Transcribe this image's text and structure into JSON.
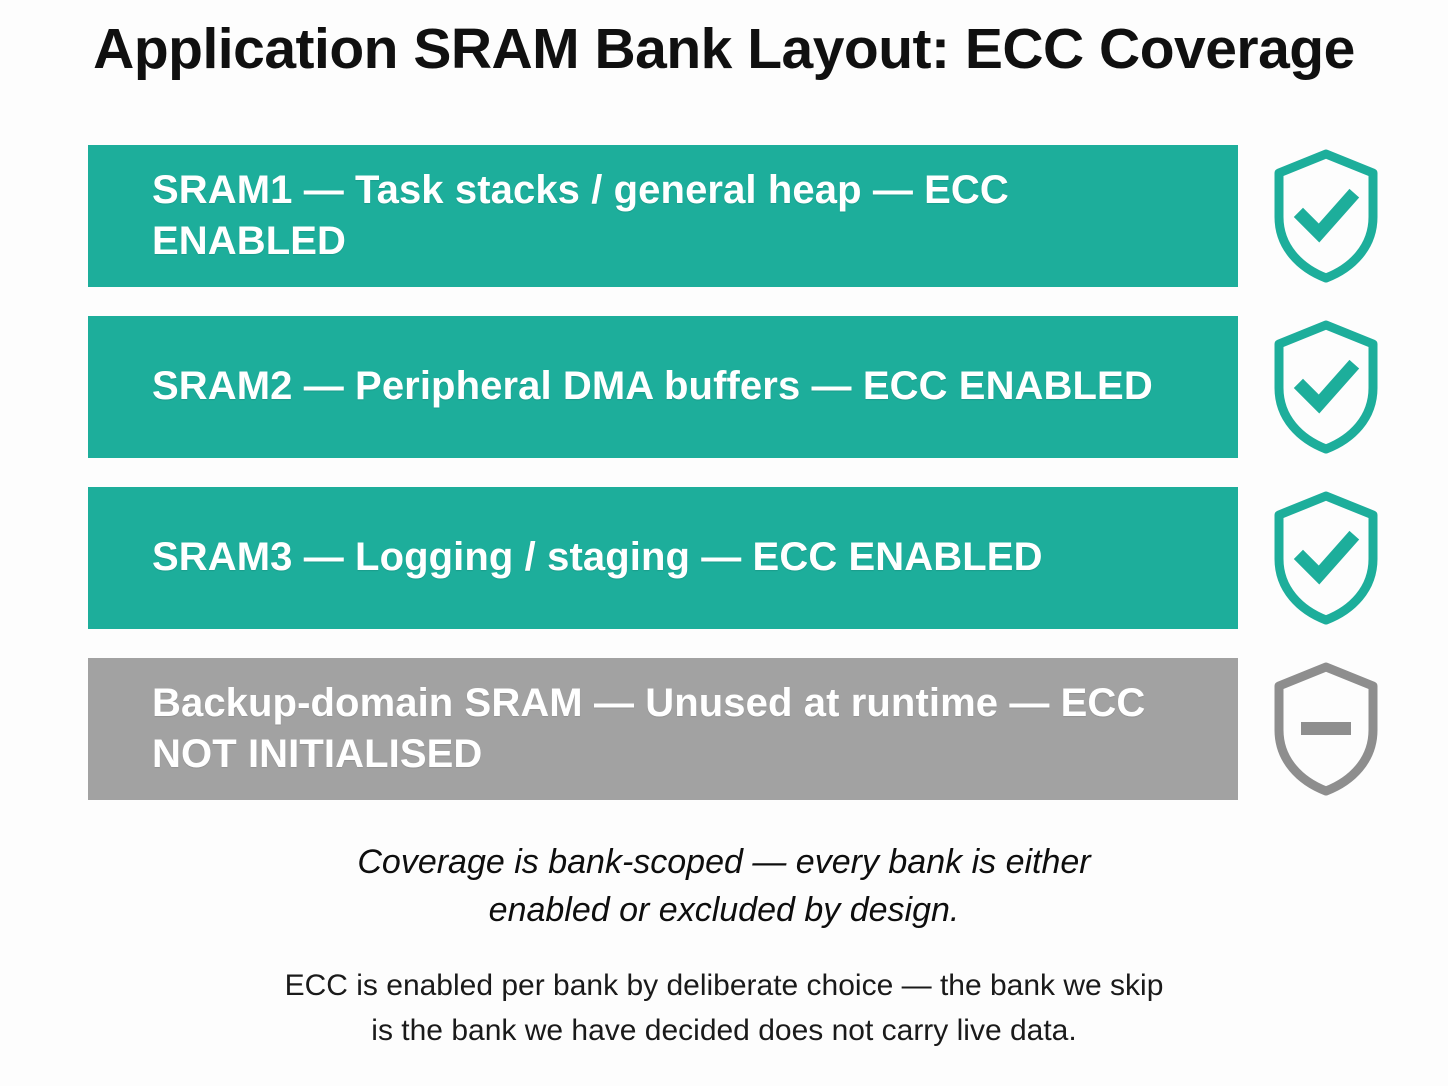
{
  "slide": {
    "title": "Application SRAM Bank Layout: ECC Coverage",
    "background_color": "#FDFDFD",
    "enabled_color": "#1DAE9B",
    "excluded_color": "#A2A2A2",
    "text_color": "#FFFFFF"
  },
  "banks": [
    {
      "label": "SRAM1  —  Task stacks / general heap  —  ECC ENABLED",
      "name": "SRAM1",
      "purpose": "Task stacks / general heap",
      "status": "ECC ENABLED",
      "state": "enabled",
      "icon": "shield-check-icon",
      "bar_color": "#1DAE9B",
      "icon_color": "#1DAE9B"
    },
    {
      "label": "SRAM2  —  Peripheral DMA buffers  —  ECC ENABLED",
      "name": "SRAM2",
      "purpose": "Peripheral DMA buffers",
      "status": "ECC ENABLED",
      "state": "enabled",
      "icon": "shield-check-icon",
      "bar_color": "#1DAE9B",
      "icon_color": "#1DAE9B"
    },
    {
      "label": "SRAM3  —  Logging / staging  —  ECC ENABLED",
      "name": "SRAM3",
      "purpose": "Logging / staging",
      "status": "ECC ENABLED",
      "state": "enabled",
      "icon": "shield-check-icon",
      "bar_color": "#1DAE9B",
      "icon_color": "#1DAE9B"
    },
    {
      "label": "Backup-domain SRAM  —  Unused at runtime  —  ECC NOT INITIALISED",
      "name": "Backup-domain SRAM",
      "purpose": "Unused at runtime",
      "status": "ECC NOT INITIALISED",
      "state": "excluded",
      "icon": "shield-minus-icon",
      "bar_color": "#A2A2A2",
      "icon_color": "#8E8E8E"
    }
  ],
  "caption": {
    "line1": "Coverage is bank-scoped — every bank is either",
    "line2": "enabled or excluded by design."
  },
  "footnote": {
    "line1": "ECC is enabled per bank by deliberate choice — the bank we skip",
    "line2": "is the bank we have decided does not carry live data."
  }
}
